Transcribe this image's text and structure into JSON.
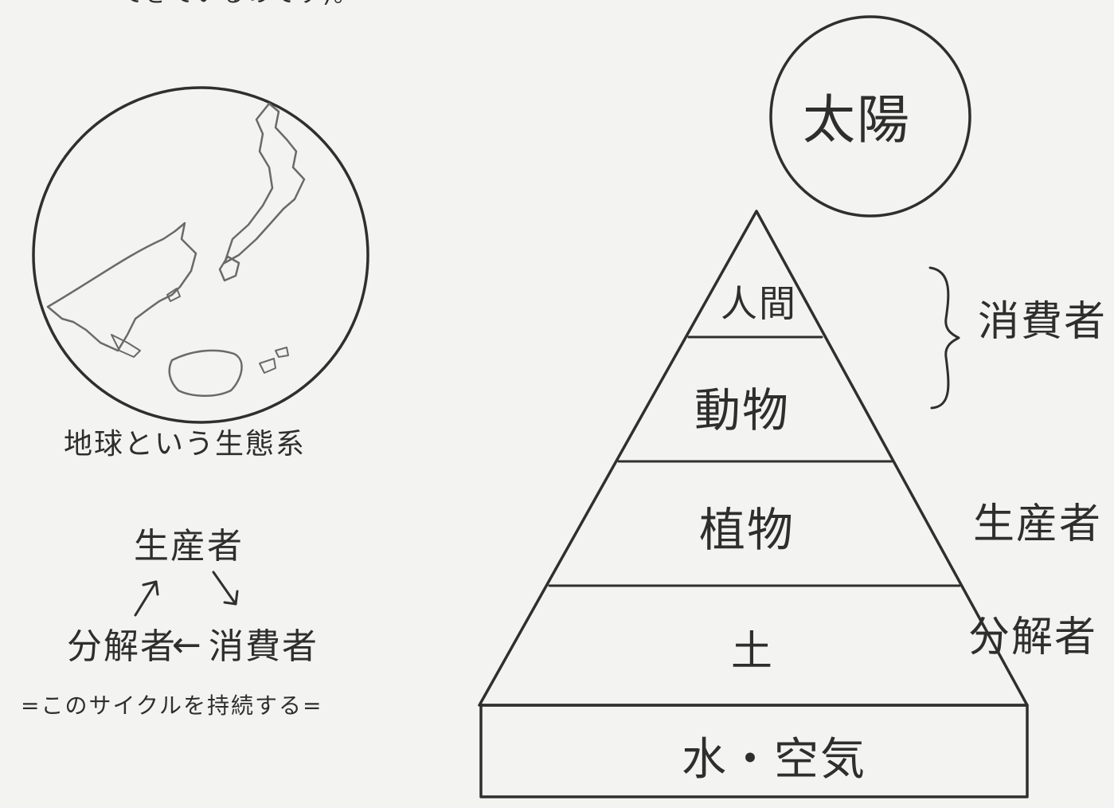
{
  "top_text_fragment": "てきているのです)。",
  "earth": {
    "caption": "地球という生態系"
  },
  "cycle": {
    "producer": "生産者",
    "decomposer": "分解者",
    "arrow_left": "←",
    "consumer": "消費者",
    "note": "=このサイクルを持続する="
  },
  "sun": {
    "label": "太陽"
  },
  "pyramid": {
    "levels": [
      {
        "label": "人間"
      },
      {
        "label": "動物"
      },
      {
        "label": "植物"
      },
      {
        "label": "土"
      },
      {
        "label": "水・空気"
      }
    ]
  },
  "roles": {
    "consumer": "消費者",
    "producer": "生産者",
    "decomposer": "分解者"
  },
  "colors": {
    "paper": "#f3f3f1",
    "ink": "#2e2e2e"
  }
}
